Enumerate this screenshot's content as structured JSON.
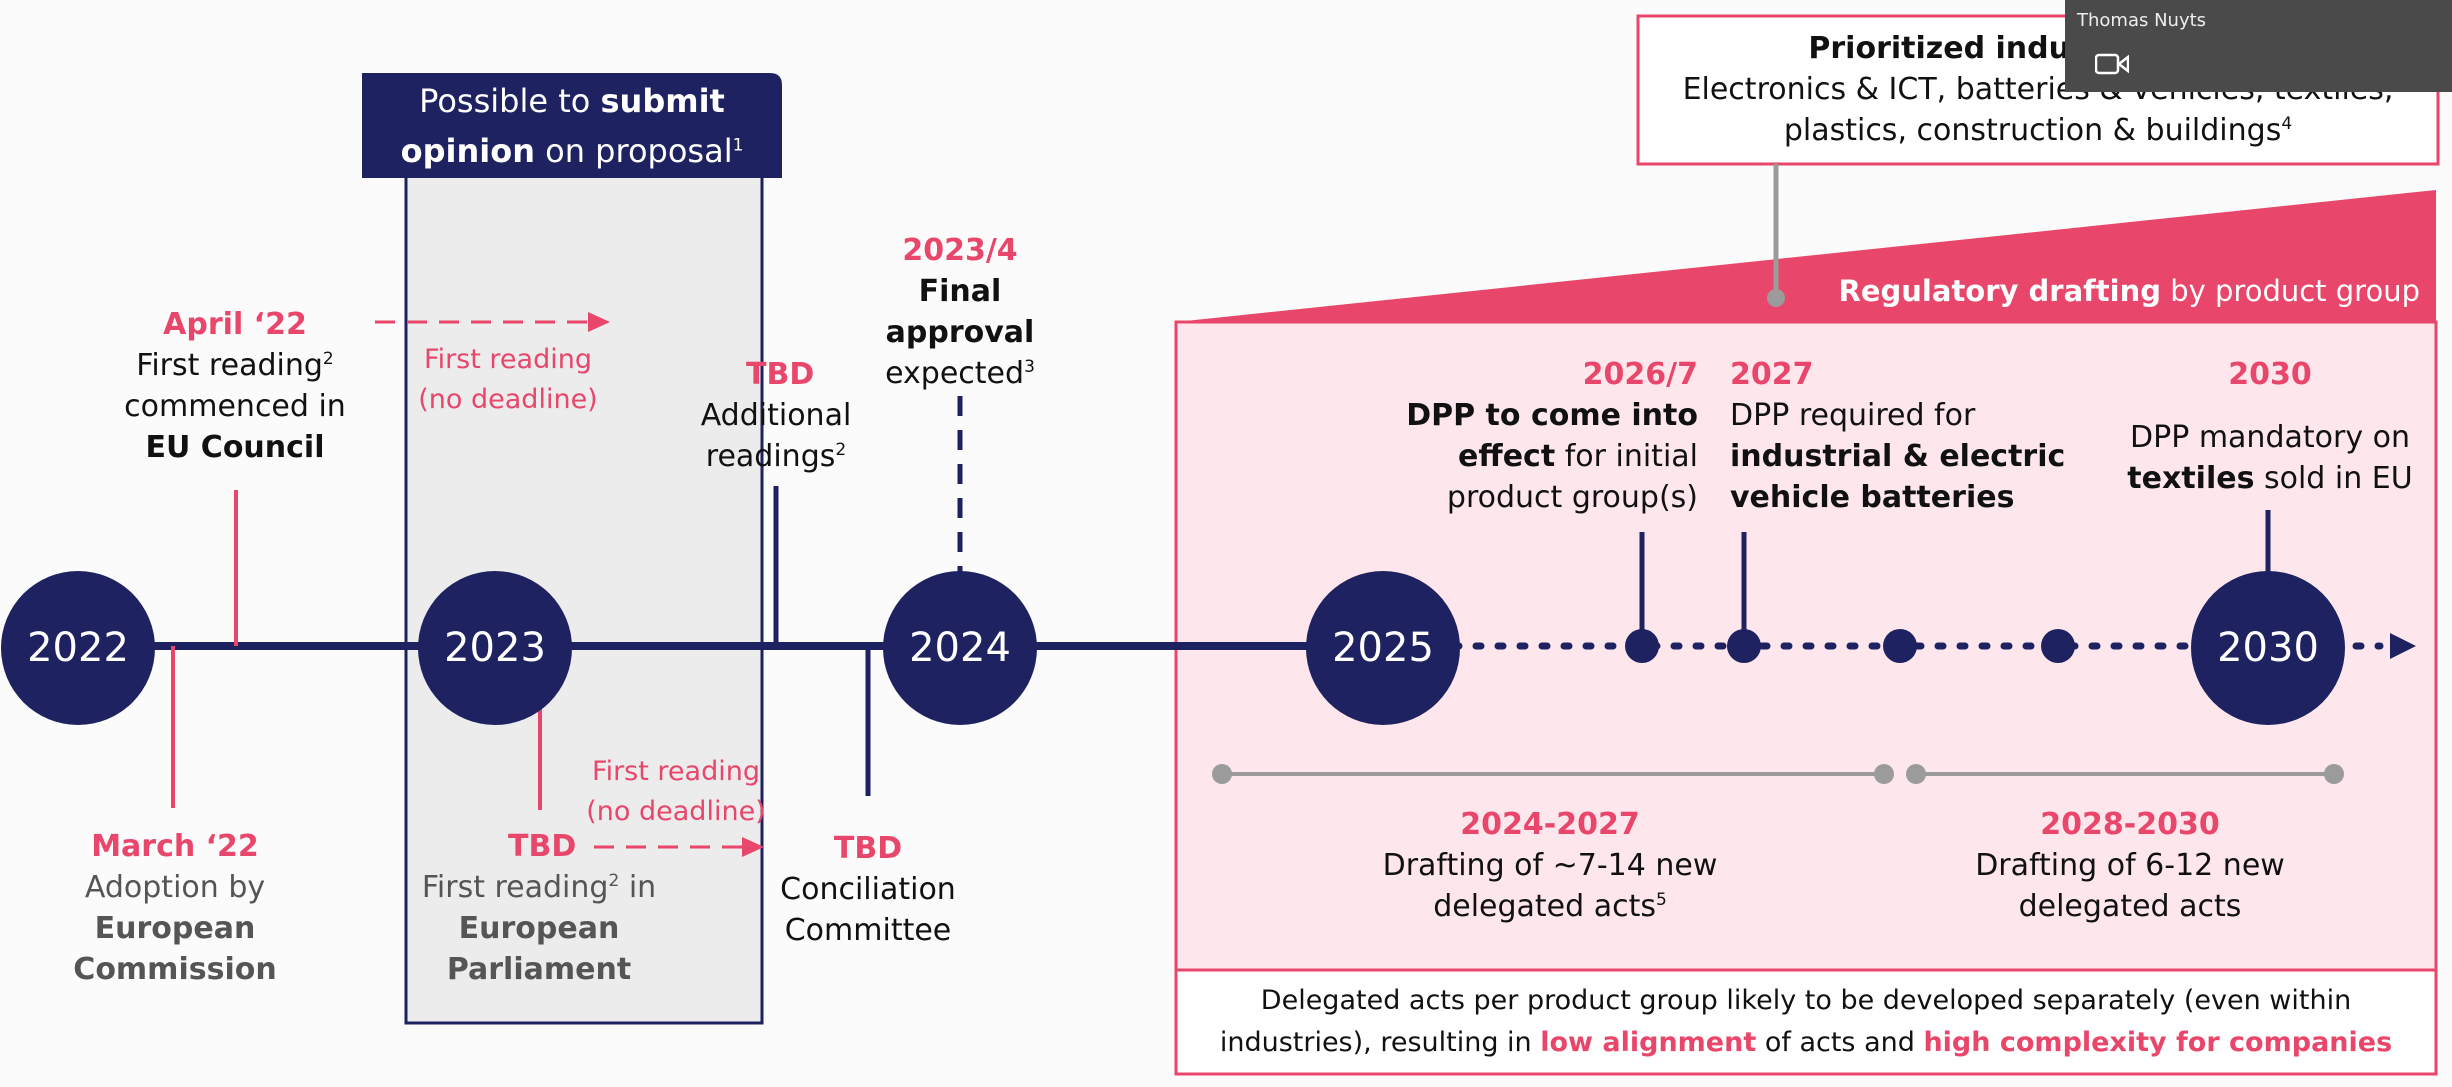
{
  "years": {
    "y2022": "2022",
    "y2023": "2023",
    "y2024": "2024",
    "y2025": "2025",
    "y2030": "2030"
  },
  "opinion_box": {
    "line1_a": "Possible to ",
    "line1_b": "submit",
    "line2_a": "opinion",
    "line2_b": " on proposal",
    "sup": "1"
  },
  "ec": {
    "date": "March ‘22",
    "line1": "Adoption by",
    "line2": "European",
    "line3": "Commission"
  },
  "council": {
    "date": "April ‘22",
    "line1": "First reading",
    "sup": "2",
    "line2": "commenced in",
    "line3": "EU Council"
  },
  "council_reading": {
    "line1": "First reading",
    "line2": "(no deadline)"
  },
  "parliament": {
    "date": "TBD",
    "line1": "First reading",
    "sup": "2",
    "line1b": " in",
    "line2": "European",
    "line3": "Parliament"
  },
  "parliament_reading": {
    "line1": "First reading",
    "line2": "(no deadline)"
  },
  "additional": {
    "date": "TBD",
    "line1": "Additional",
    "line2": "readings",
    "sup": "2"
  },
  "conciliation": {
    "date": "TBD",
    "line1": "Conciliation",
    "line2": "Committee"
  },
  "final": {
    "date": "2023/4",
    "line1": "Final approval",
    "line2": "expected",
    "sup": "3"
  },
  "prioritized": {
    "title": "Prioritized industrie",
    "line1": "Electronics & ICT, batteries & vehicles, textiles,",
    "line2": "plastics, construction & buildings",
    "sup": "4"
  },
  "regulatory": {
    "bold": "Regulatory drafting",
    "rest": " by product group"
  },
  "m2026": {
    "date": "2026/7",
    "line1": "DPP to come into",
    "line2a": "effect",
    "line2b": " for initial",
    "line3": "product group(s)"
  },
  "m2027": {
    "date": "2027",
    "line1": "DPP required for",
    "line2": "industrial & electric",
    "line3": "vehicle batteries"
  },
  "m2030": {
    "date": "2030",
    "line1": "DPP mandatory on",
    "line2a": "textiles",
    "line2b": " sold in EU"
  },
  "d1": {
    "date": "2024-2027",
    "line1": "Drafting of ~7-14 new",
    "line2": "delegated acts",
    "sup": "5"
  },
  "d2": {
    "date": "2028-2030",
    "line1": "Drafting of 6-12 new",
    "line2": "delegated acts"
  },
  "note": {
    "line1": "Delegated acts per product group likely to be developed separately (even within",
    "line2a": "industries), resulting in ",
    "hl1": "low alignment",
    "line2b": " of acts and ",
    "hl2": "high complexity for companies"
  },
  "video": {
    "name": "Thomas Nuyts",
    "icon": "video-camera-icon"
  },
  "colors": {
    "navy": "#1f2260",
    "pink": "#e8466a",
    "grey_line": "#9b9b9b",
    "pink_fill": "#fde7ec"
  }
}
